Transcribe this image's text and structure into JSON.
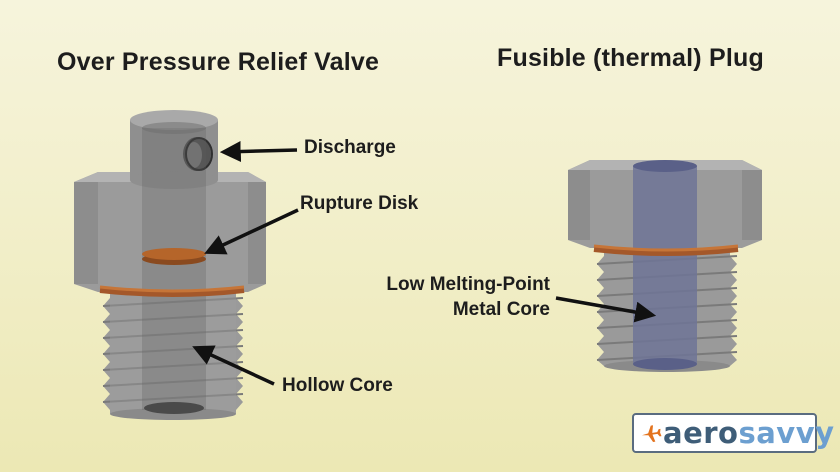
{
  "titles": {
    "left": "Over Pressure Relief Valve",
    "right": "Fusible (thermal) Plug"
  },
  "labels": {
    "discharge": "Discharge",
    "rupture_disk": "Rupture Disk",
    "hollow_core": "Hollow Core",
    "low_melting_line1": "Low Melting-Point",
    "low_melting_line2": "Metal Core"
  },
  "logo": {
    "part1": "aero",
    "part2": "savvy",
    "icon": "airplane-icon"
  },
  "colors": {
    "background": "#f3f0d0",
    "metal": "#8c8c8c",
    "metal_light": "#a6a6a6",
    "metal_dark": "#6a6a6a",
    "copper": "#b5652a",
    "metal_core": "#6e7497"
  }
}
